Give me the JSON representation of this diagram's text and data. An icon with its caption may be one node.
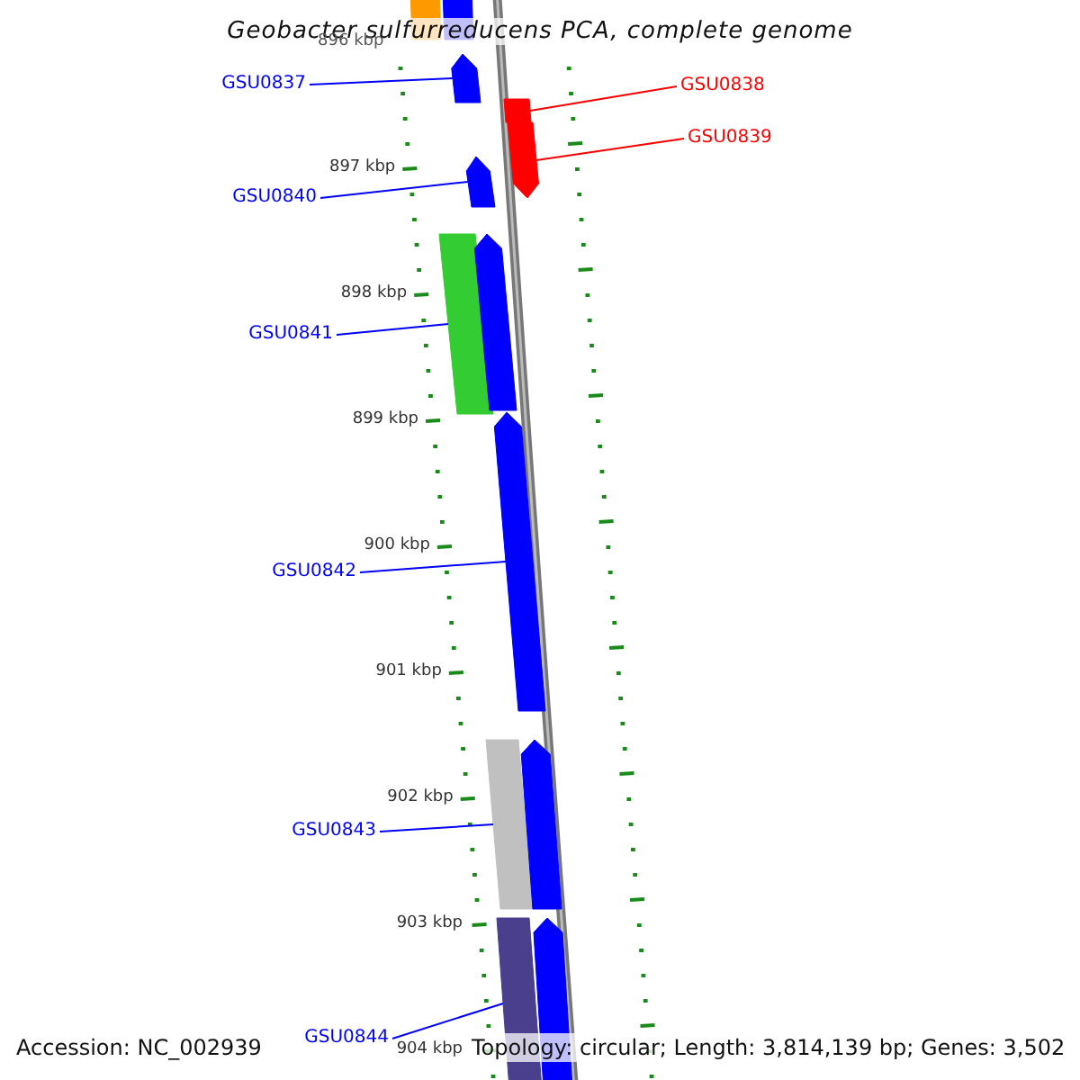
{
  "diagram": {
    "title": "Geobacter sulfurreducens PCA, complete genome",
    "nodes": [
      {
        "text": [
          "GSU0837"
        ]
      },
      {
        "text": [
          "GSU0838"
        ]
      },
      {
        "text": [
          "GSU0839"
        ]
      },
      {
        "text": [
          "GSU0840"
        ]
      },
      {
        "text": [
          "GSU0841"
        ]
      },
      {
        "text": [
          "GSU0842"
        ]
      },
      {
        "text": [
          "GSU0843"
        ]
      },
      {
        "text": [
          "GSU0844"
        ]
      },
      {
        "text": [],
        "shape": "bar"
      },
      {
        "text": [],
        "shape": "bar"
      },
      {
        "text": [],
        "shape": "arrow"
      },
      {
        "text": [],
        "shape": "bar"
      },
      {
        "text": [],
        "shape": "arrow"
      },
      {
        "text": [],
        "shape": "arrow"
      },
      {
        "text": [],
        "shape": "bar"
      },
      {
        "text": [],
        "shape": "arrow"
      },
      {
        "text": [],
        "shape": "arrow"
      },
      {
        "text": [],
        "shape": "bar"
      },
      {
        "text": [],
        "shape": "arrow"
      },
      {
        "text": [],
        "shape": "bar"
      },
      {
        "text": [],
        "shape": "arrow"
      }
    ],
    "edges": [
      {
        "from": 0,
        "to": 10,
        "arrow": "none"
      },
      {
        "from": 1,
        "to": 11,
        "arrow": "none",
        "color": "#ff0000"
      },
      {
        "from": 2,
        "to": 12,
        "arrow": "none",
        "color": "#ff0000"
      },
      {
        "from": 3,
        "to": 13,
        "arrow": "none"
      },
      {
        "from": 4,
        "to": 14,
        "arrow": "none"
      },
      {
        "from": 5,
        "to": 16,
        "arrow": "none"
      },
      {
        "from": 6,
        "to": 17,
        "arrow": "none"
      },
      {
        "from": 7,
        "to": 19,
        "arrow": "none"
      }
    ],
    "labels": [
      "896 kbp",
      "897 kbp",
      "898 kbp",
      "899 kbp",
      "900 kbp",
      "901 kbp",
      "902 kbp",
      "903 kbp",
      "904 kbp",
      "Accession: NC_002939",
      "Topology: circular; Length: 3,814,139 bp; Genes: 3,502"
    ]
  }
}
